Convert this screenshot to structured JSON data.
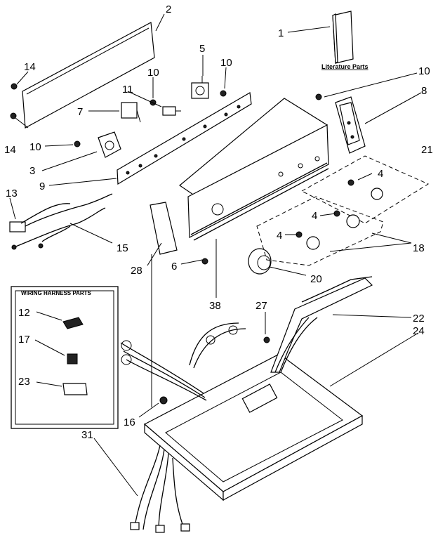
{
  "callouts": [
    "1",
    "2",
    "3",
    "4",
    "5",
    "6",
    "7",
    "8",
    "9",
    "10",
    "11",
    "12",
    "13",
    "14",
    "15",
    "16",
    "17",
    "18",
    "20",
    "21",
    "22",
    "23",
    "24",
    "27",
    "28",
    "31",
    "38"
  ],
  "literature_label": "Literature Parts",
  "wiring_box_title": "WIRING HARNESS PARTS"
}
